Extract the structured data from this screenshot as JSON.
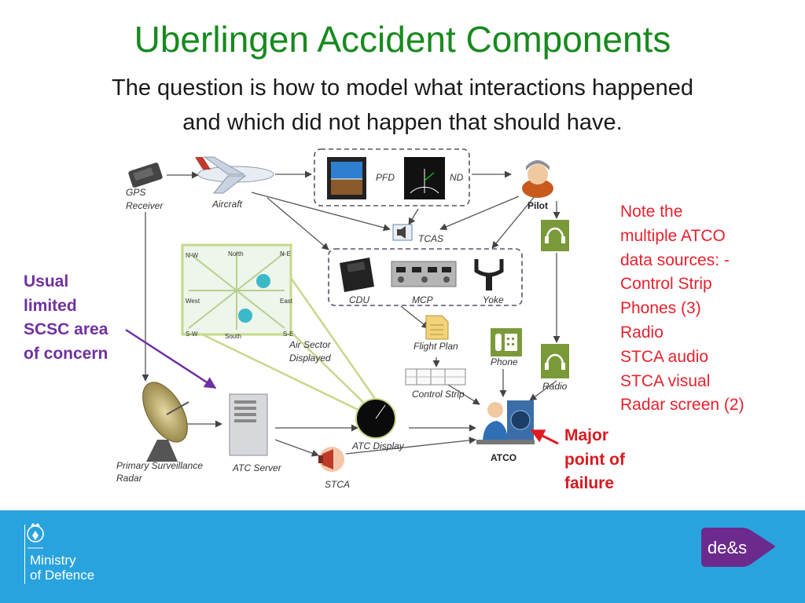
{
  "slide": {
    "title": "Uberlingen Accident Components",
    "subtitle_line1": "The question is how to model what interactions happened",
    "subtitle_line2": "and which did not happen that should have."
  },
  "diagram": {
    "labels": {
      "gps": "GPS",
      "receiver": "Receiver",
      "aircraft": "Aircraft",
      "pfd": "PFD",
      "nd": "ND",
      "pilot": "Pilot",
      "tcas": "TCAS",
      "cdu": "CDU",
      "mcp": "MCP",
      "yoke": "Yoke",
      "flight_plan": "Flight Plan",
      "phone": "Phone",
      "radio": "Radio",
      "control_strip": "Control Strip",
      "air_sector_1": "Air Sector",
      "air_sector_2": "Displayed",
      "atc_display": "ATC Display",
      "atco": "ATCO",
      "primary_radar_1": "Primary Surveillance",
      "primary_radar_2": "Radar",
      "atc_server": "ATC Server",
      "stca": "STCA",
      "compass_nw": "N-W",
      "compass_n": "North",
      "compass_ne": "N-E",
      "compass_w": "West",
      "compass_e": "East",
      "compass_sw": "S-W",
      "compass_s": "South",
      "compass_se": "S-E"
    }
  },
  "notes": {
    "left": [
      "Usual",
      "limited",
      "SCSC area",
      "of concern"
    ],
    "right": [
      "Note the",
      "multiple ATCO",
      "data sources: -",
      "Control Strip",
      "Phones (3)",
      "Radio",
      "STCA audio",
      "STCA visual",
      "Radar screen (2)"
    ],
    "failure": [
      "Major",
      "point of",
      "failure"
    ]
  },
  "footer": {
    "mod_line1": "Ministry",
    "mod_line2": "of Defence",
    "des_logo": "de&s"
  },
  "colors": {
    "title": "#178a1e",
    "footer_bg": "#29a3de",
    "left_note": "#7030a0",
    "right_note": "#e8212d",
    "highlight_line": "#c6d88a"
  },
  "icons": [
    "gps-receiver-icon",
    "aircraft-icon",
    "pfd-icon",
    "nd-icon",
    "pilot-icon",
    "headset-icon",
    "tcas-speaker-icon",
    "cdu-icon",
    "mcp-icon",
    "yoke-icon",
    "document-icon",
    "phone-icon",
    "radar-dish-icon",
    "server-icon",
    "siren-icon",
    "atc-display-icon",
    "atco-icon",
    "compass-grid-icon",
    "mod-crest-icon",
    "des-logo-icon"
  ]
}
